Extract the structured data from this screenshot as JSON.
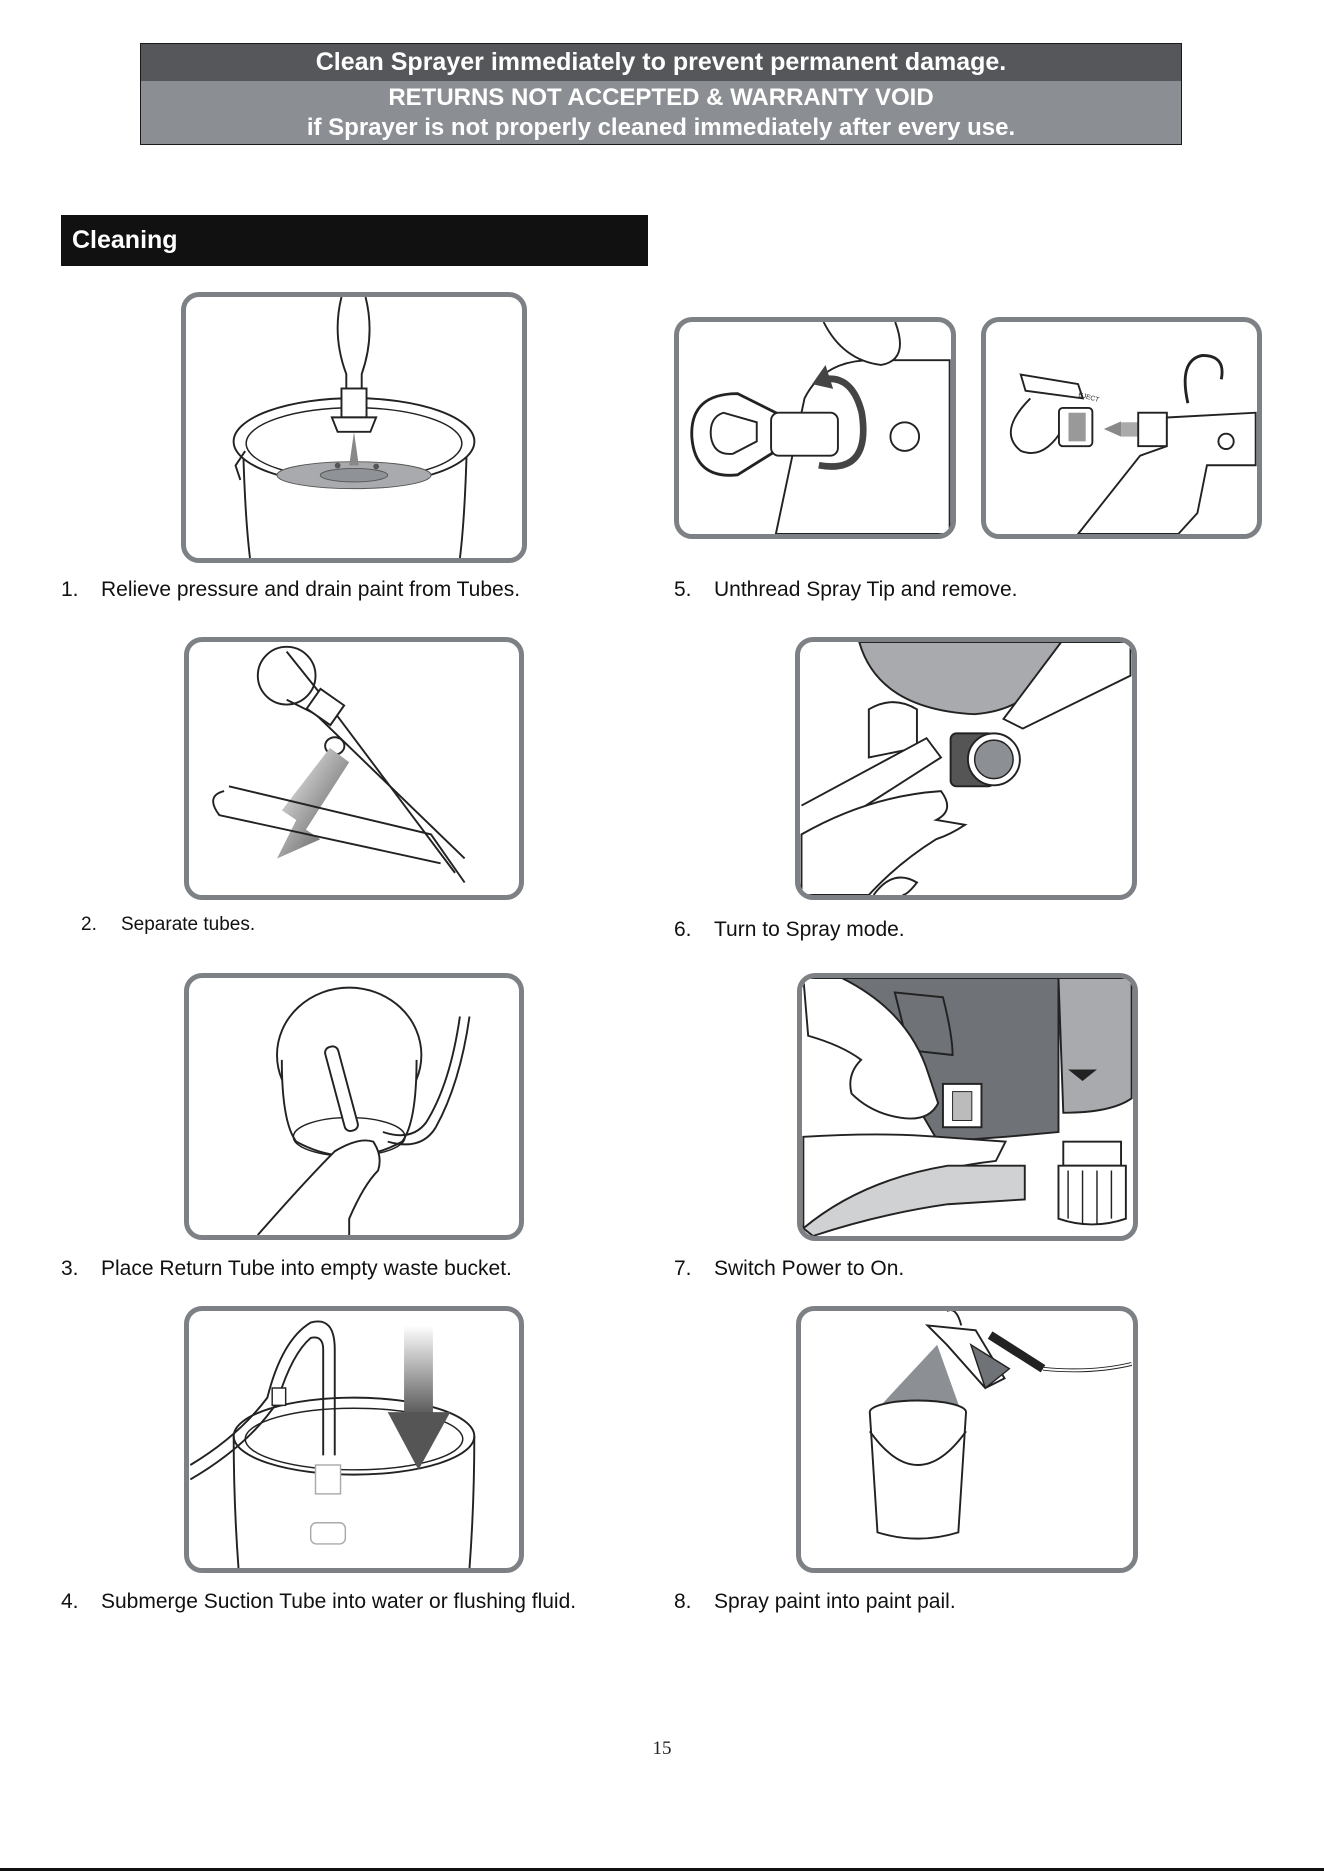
{
  "warning": {
    "line1": "Clean Sprayer immediately to prevent permanent damage.",
    "line2": "RETURNS NOT ACCEPTED & WARRANTY VOID",
    "line3": "if Sprayer is not properly cleaned immediately after every use."
  },
  "section": {
    "title": "Cleaning"
  },
  "steps": [
    {
      "num": "1.",
      "text": "Relieve pressure and drain paint from Tubes."
    },
    {
      "num": "2.",
      "text": "Separate tubes."
    },
    {
      "num": "3.",
      "text": "Place Return Tube into empty waste bucket."
    },
    {
      "num": "4.",
      "text": "Submerge Suction Tube into water or flushing fluid."
    },
    {
      "num": "5.",
      "text": "Unthread Spray Tip and remove."
    },
    {
      "num": "6.",
      "text": "Turn to Spray mode."
    },
    {
      "num": "7.",
      "text": "Switch Power to On."
    },
    {
      "num": "8.",
      "text": "Spray paint into paint pail."
    }
  ],
  "illustrations": {
    "step5_tip_label": "EJECT"
  },
  "page": {
    "number": "15"
  }
}
